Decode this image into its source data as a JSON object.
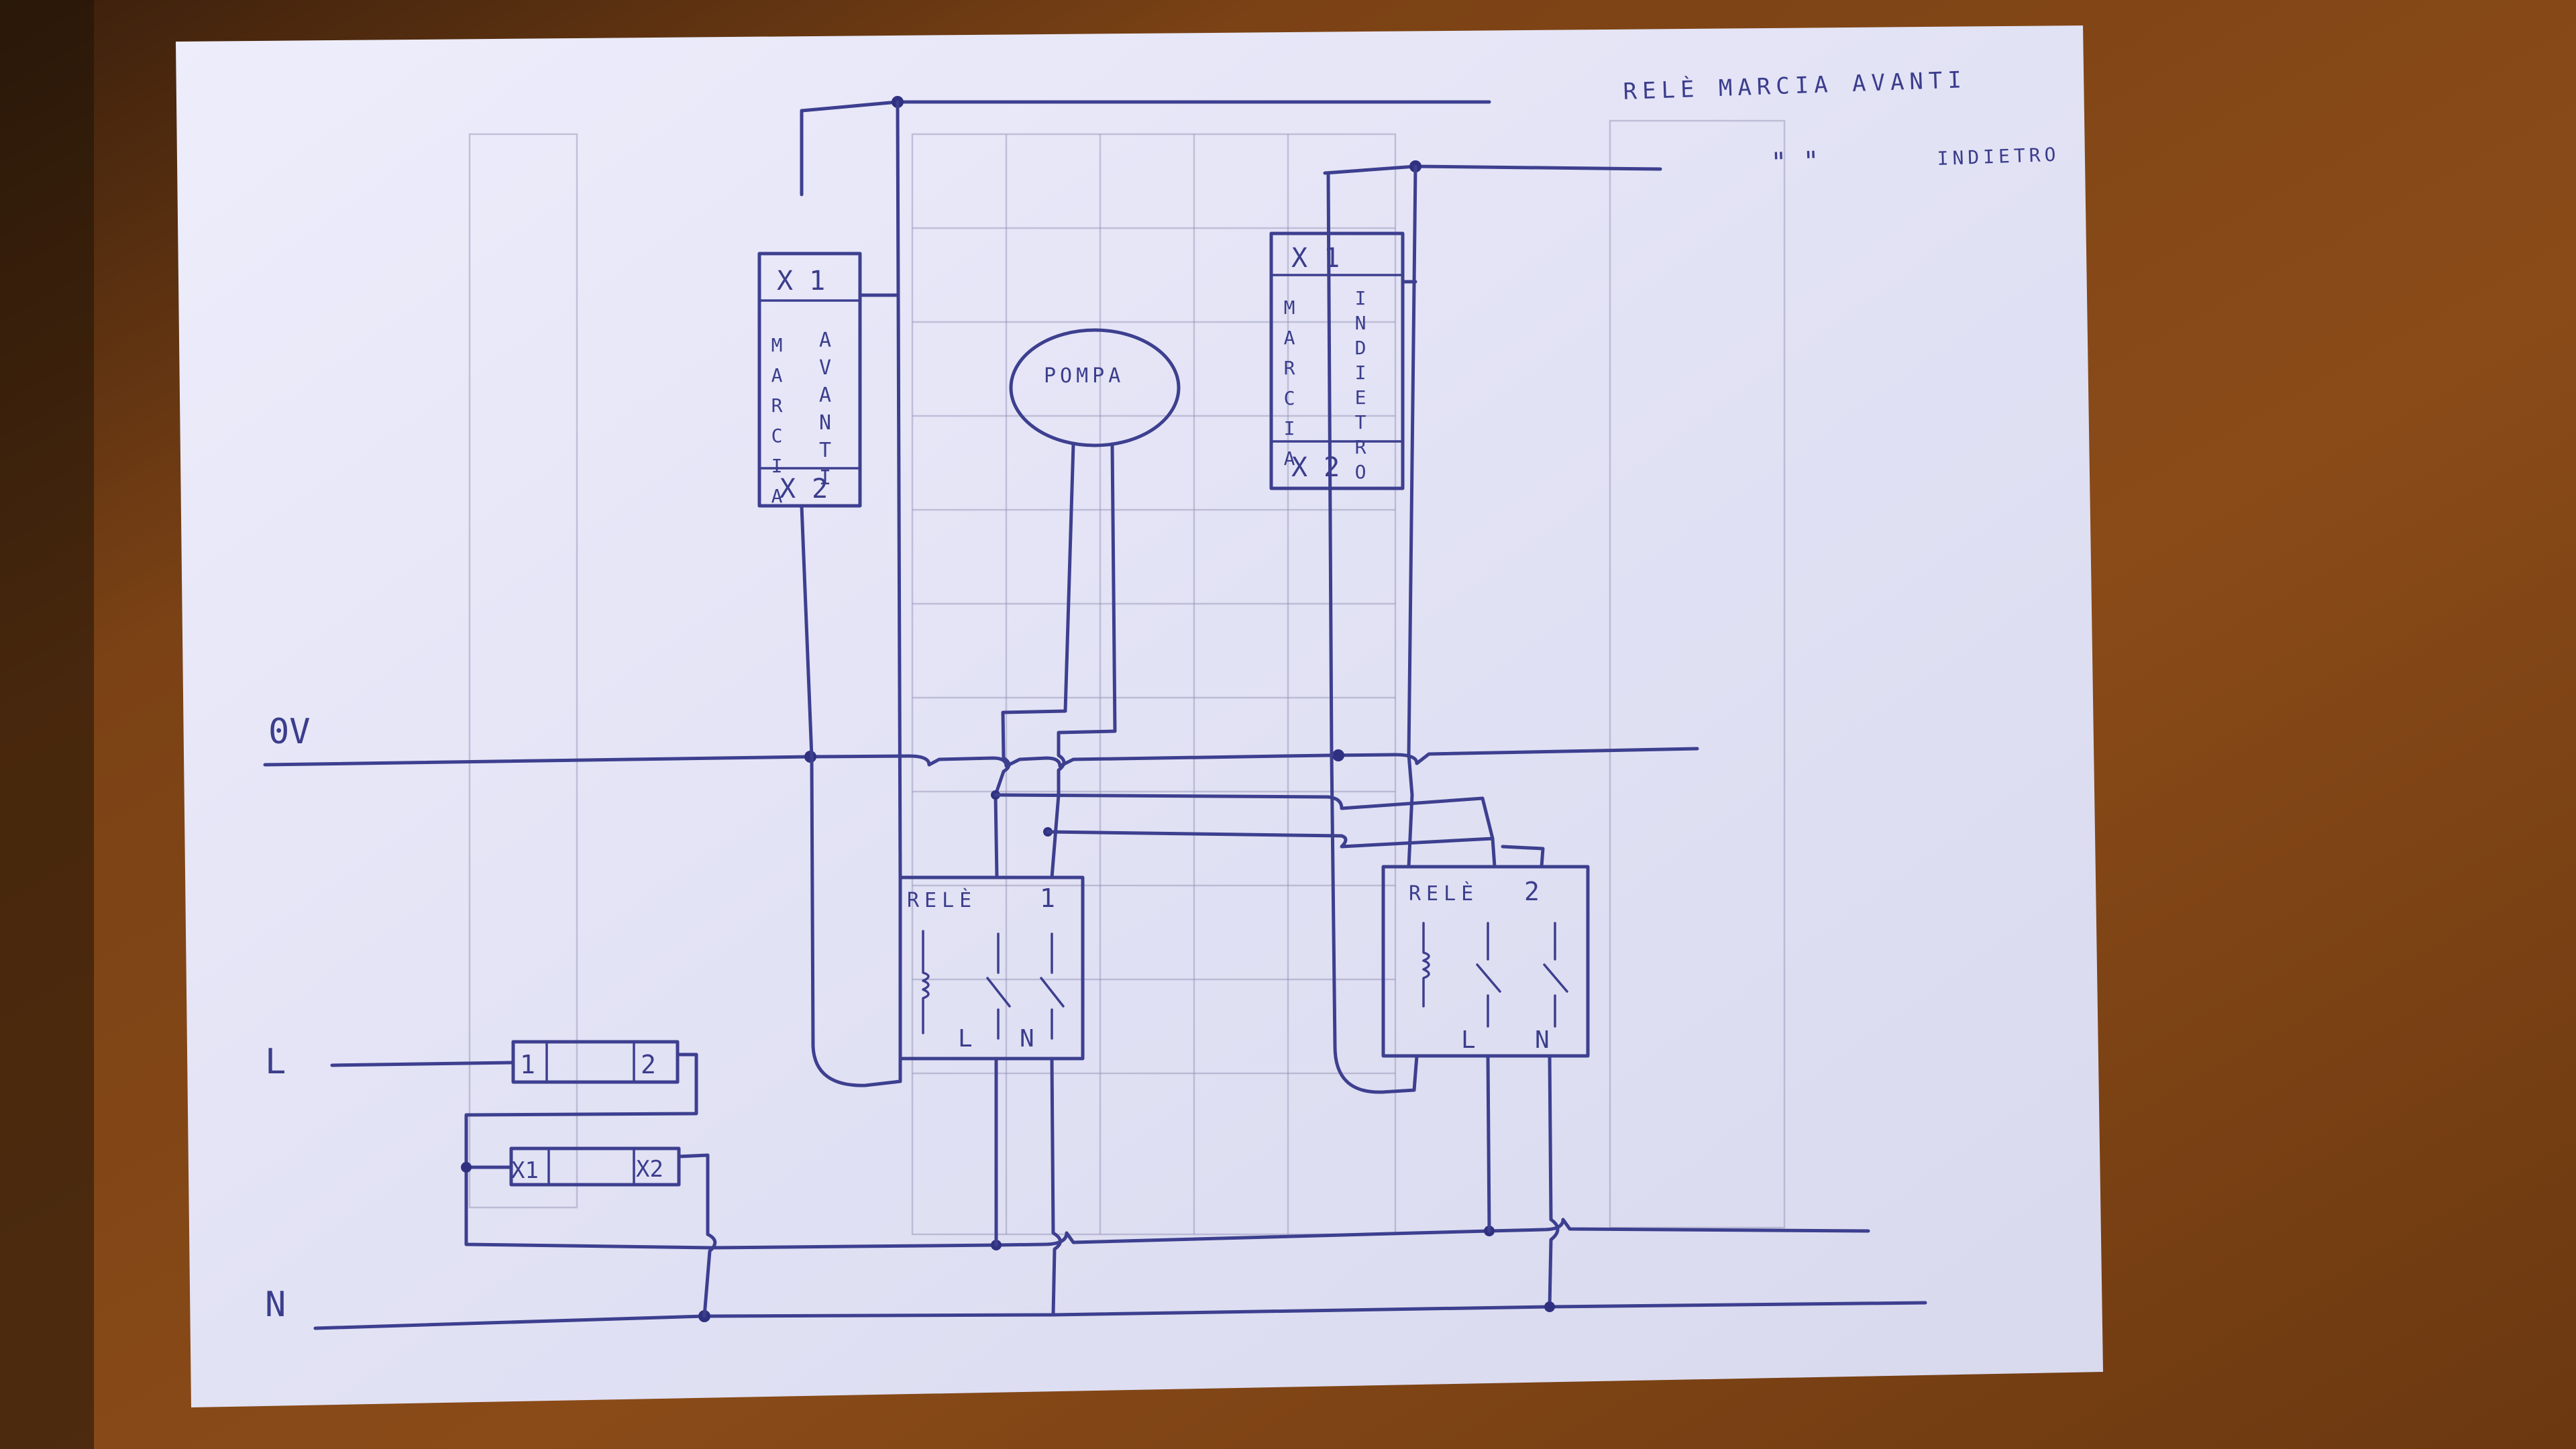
{
  "notes": {
    "line1": "RELÈ MARCIA AVANTI",
    "line2_marks": "\"    \"",
    "line2_text": "INDIETRO"
  },
  "rails": {
    "zero_volt": "0V",
    "line": "L",
    "neutral": "N"
  },
  "switch_forward": {
    "top_code": "X 1",
    "bottom_code": "X 2",
    "label_left": "MARCIA",
    "label_right": "AVANTI"
  },
  "switch_reverse": {
    "top_code": "X 1",
    "bottom_code": "X 2",
    "label_left": "MARCIA",
    "label_right": "INDIETRO"
  },
  "pump": {
    "label": "POMPA"
  },
  "relay1": {
    "title": "RELÈ",
    "number": "1",
    "contact_l": "L",
    "contact_n": "N"
  },
  "relay2": {
    "title": "RELÈ",
    "number": "2",
    "contact_l": "L",
    "contact_n": "N"
  },
  "supply_fuse": {
    "term_1": "1",
    "term_2": "2"
  },
  "supply_coil": {
    "term_1": "X1",
    "term_2": "X2"
  },
  "colors": {
    "table": "#7a3f12",
    "paper": "#e4e4f6",
    "ink": "#3d3f8f"
  }
}
